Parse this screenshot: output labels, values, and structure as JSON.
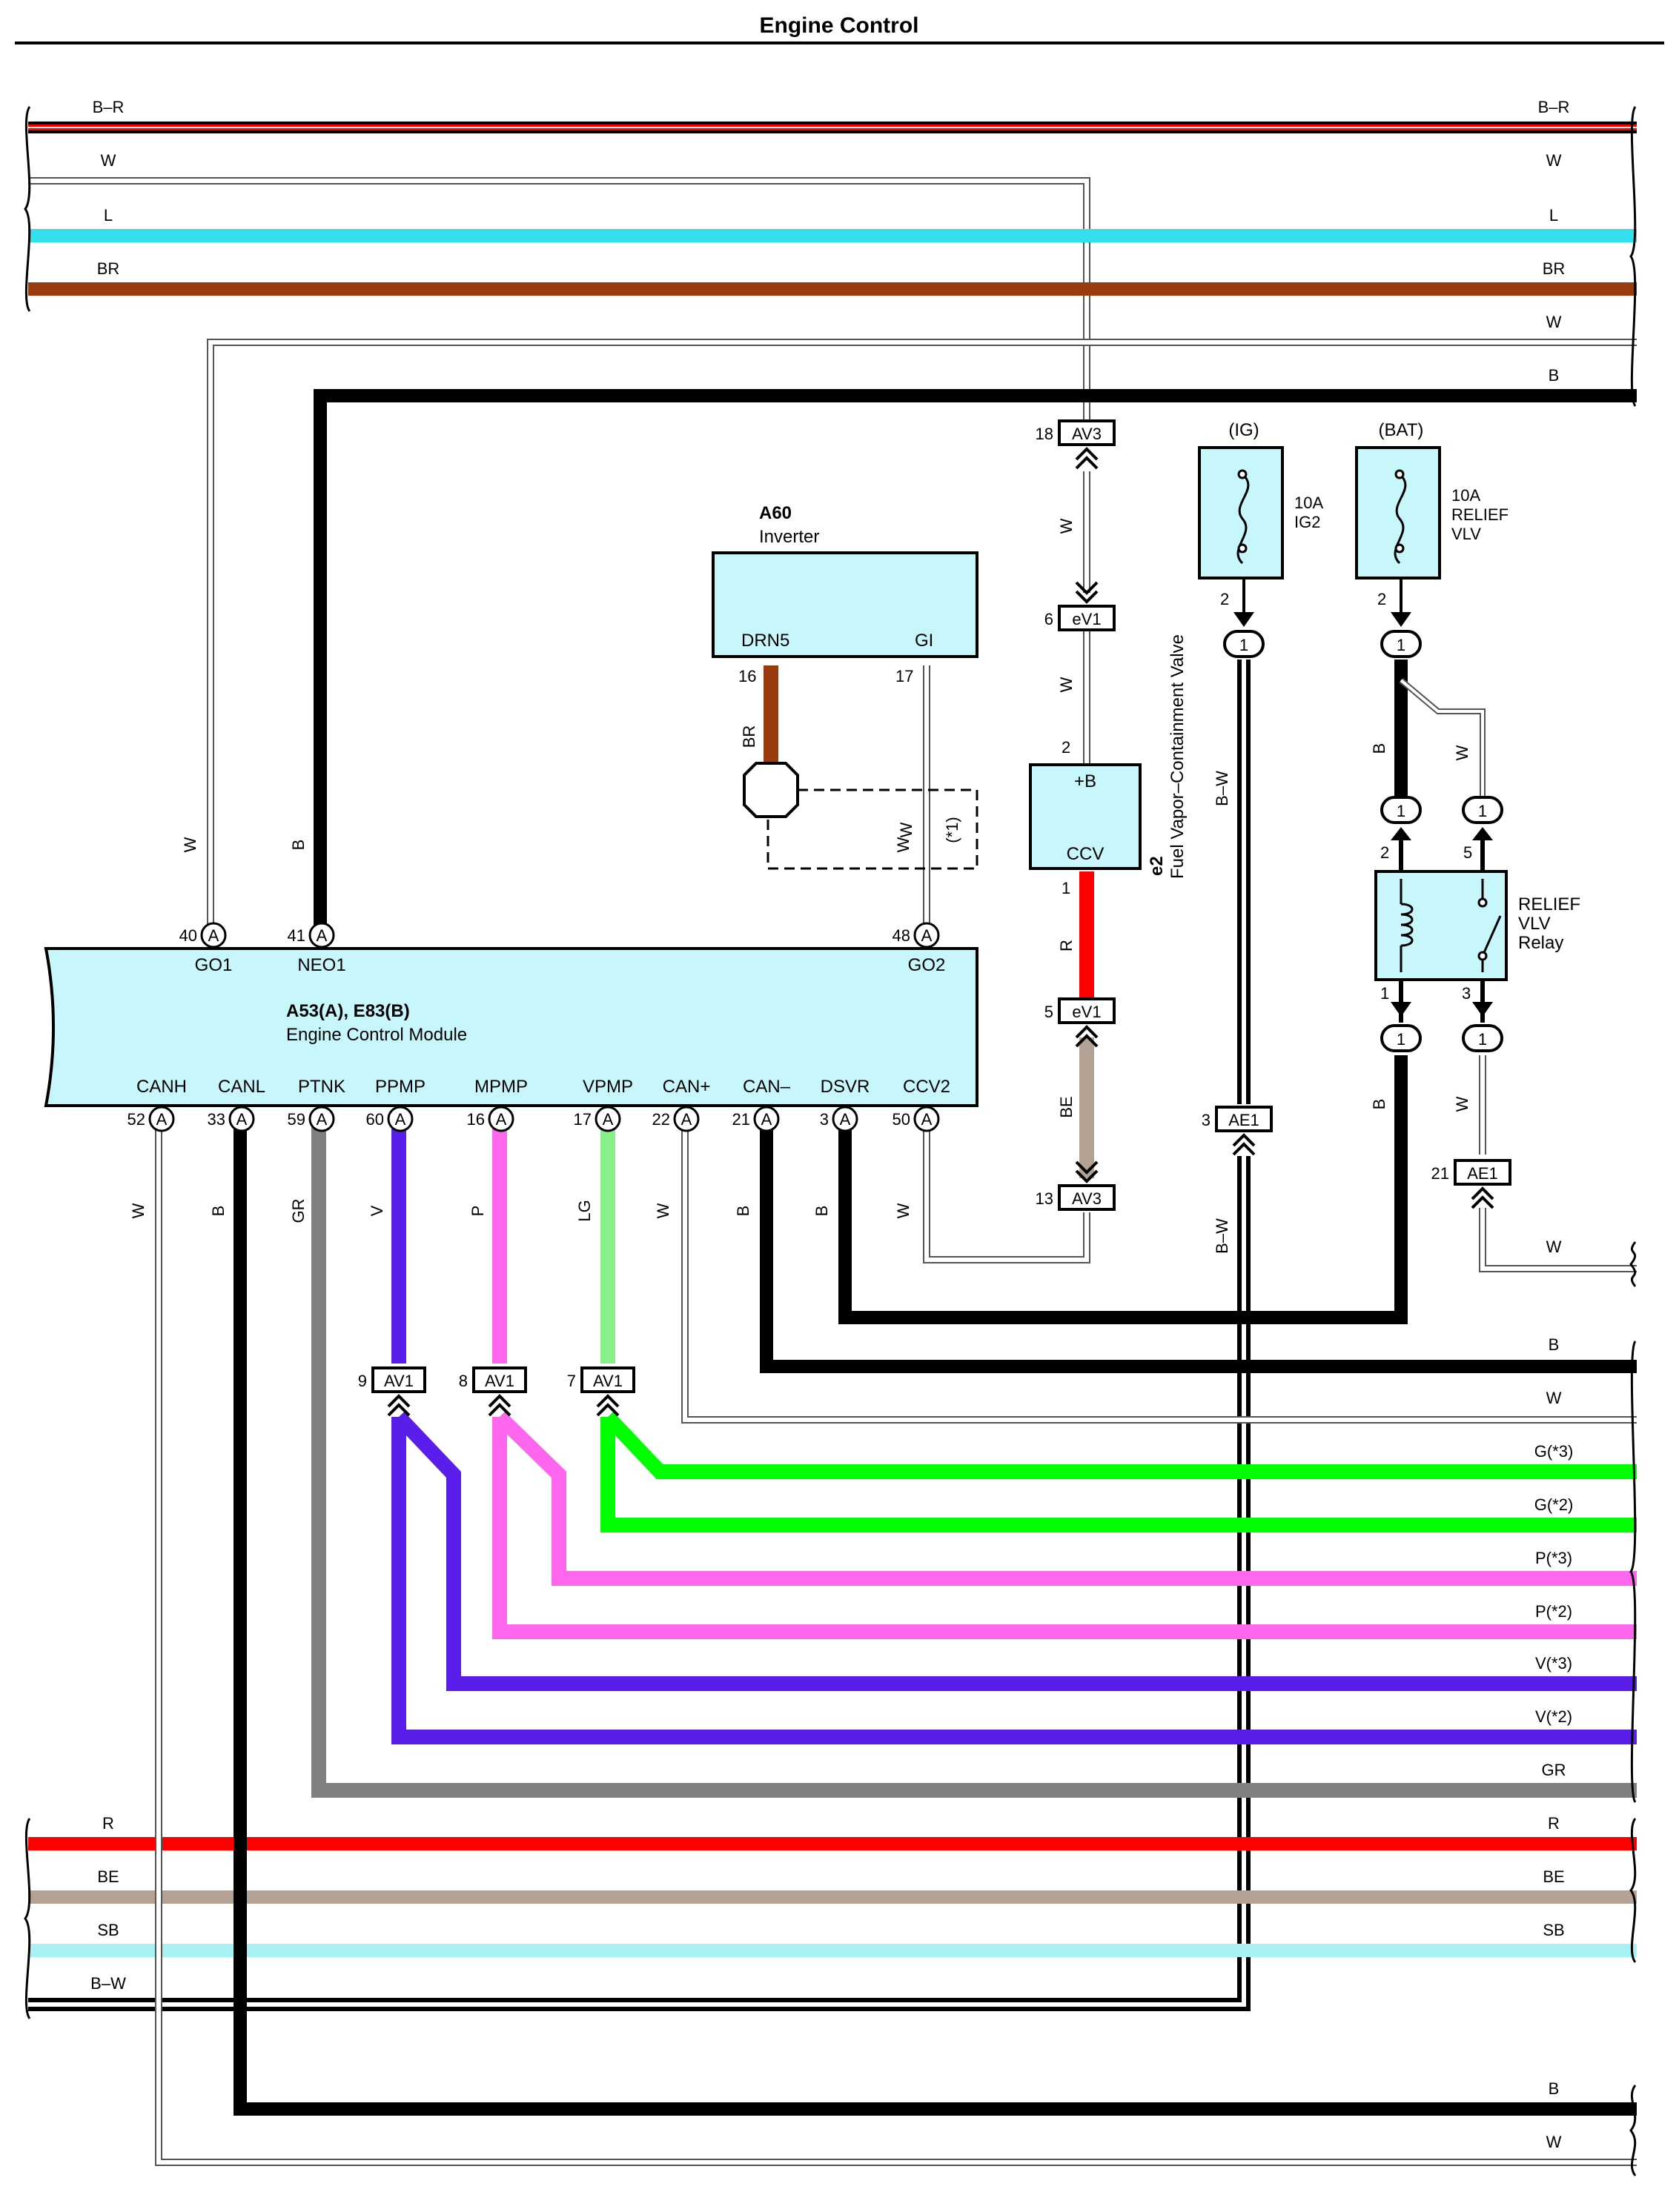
{
  "title": "Engine Control",
  "colors": {
    "B": "#000000",
    "W": "#b0b0b0",
    "L": "#33e0ec",
    "BR": "#9a3b0e",
    "R": "#ff0000",
    "BE": "#b4a294",
    "SB": "#a8f2f6",
    "GR": "#808080",
    "G": "#00ff00",
    "LG": "#88f088",
    "P": "#ff66ee",
    "V": "#5a1eea",
    "component_fill": "#c7f6fb"
  },
  "left_wires": [
    {
      "label": "B–R",
      "color": "B-R"
    },
    {
      "label": "W",
      "color": "W"
    },
    {
      "label": "L",
      "color": "L"
    },
    {
      "label": "BR",
      "color": "BR"
    },
    {
      "label": "R",
      "color": "R"
    },
    {
      "label": "BE",
      "color": "BE"
    },
    {
      "label": "SB",
      "color": "SB"
    },
    {
      "label": "B–W",
      "color": "B-W"
    }
  ],
  "right_wires": [
    {
      "label": "B–R"
    },
    {
      "label": "W"
    },
    {
      "label": "L"
    },
    {
      "label": "BR"
    },
    {
      "label": "W"
    },
    {
      "label": "B"
    },
    {
      "label": "W"
    },
    {
      "label": "B"
    },
    {
      "label": "W"
    },
    {
      "label": "G(*3)"
    },
    {
      "label": "G(*2)"
    },
    {
      "label": "P(*3)"
    },
    {
      "label": "P(*2)"
    },
    {
      "label": "V(*3)"
    },
    {
      "label": "V(*2)"
    },
    {
      "label": "GR"
    },
    {
      "label": "R"
    },
    {
      "label": "BE"
    },
    {
      "label": "SB"
    },
    {
      "label": "B"
    },
    {
      "label": "W"
    }
  ],
  "ecm": {
    "code": "A53(A), E83(B)",
    "name": "Engine Control Module",
    "top_pins": [
      {
        "num": "40",
        "conn": "A",
        "name": "GO1",
        "wire": "W"
      },
      {
        "num": "41",
        "conn": "A",
        "name": "NEO1",
        "wire": "B"
      },
      {
        "num": "48",
        "conn": "A",
        "name": "GO2",
        "wire": "W"
      }
    ],
    "bottom_pins": [
      {
        "num": "52",
        "conn": "A",
        "name": "CANH",
        "wire": "W"
      },
      {
        "num": "33",
        "conn": "A",
        "name": "CANL",
        "wire": "B"
      },
      {
        "num": "59",
        "conn": "A",
        "name": "PTNK",
        "wire": "GR"
      },
      {
        "num": "60",
        "conn": "A",
        "name": "PPMP",
        "wire": "V"
      },
      {
        "num": "16",
        "conn": "A",
        "name": "MPMP",
        "wire": "P"
      },
      {
        "num": "17",
        "conn": "A",
        "name": "VPMP",
        "wire": "LG"
      },
      {
        "num": "22",
        "conn": "A",
        "name": "CAN+",
        "wire": "W"
      },
      {
        "num": "21",
        "conn": "A",
        "name": "CAN–",
        "wire": "B"
      },
      {
        "num": "3",
        "conn": "A",
        "name": "DSVR",
        "wire": "B"
      },
      {
        "num": "50",
        "conn": "A",
        "name": "CCV2",
        "wire": "W"
      }
    ]
  },
  "inverter": {
    "code": "A60",
    "name": "Inverter",
    "pin_left": "DRN5",
    "pin_left_num": "16",
    "pin_left_wire": "BR",
    "pin_right": "GI",
    "pin_right_num": "17",
    "pin_right_wire": "W",
    "note": "(*1)"
  },
  "valve": {
    "code": "e2",
    "name": "Fuel Vapor–Containment Valve",
    "pin_top": "+B",
    "pin_top_num": "2",
    "pin_bottom": "CCV",
    "pin_bottom_num": "1"
  },
  "connectors": {
    "av3_top": {
      "num": "18",
      "label": "AV3"
    },
    "ev1_top": {
      "num": "6",
      "label": "eV1"
    },
    "ev1_bot": {
      "num": "5",
      "label": "eV1"
    },
    "av3_bot": {
      "num": "13",
      "label": "AV3"
    },
    "ae1_left": {
      "num": "3",
      "label": "AE1"
    },
    "ae1_right": {
      "num": "21",
      "label": "AE1"
    },
    "av1_a": {
      "num": "9",
      "label": "AV1"
    },
    "av1_b": {
      "num": "8",
      "label": "AV1"
    },
    "av1_c": {
      "num": "7",
      "label": "AV1"
    }
  },
  "valve_wires": {
    "w1": "W",
    "w2": "W",
    "r": "R",
    "be": "BE"
  },
  "fuse_ig": {
    "source": "(IG)",
    "rating": "10A",
    "name": "IG2",
    "pin": "2",
    "jct": "1",
    "wire": "B–W"
  },
  "fuse_bat": {
    "source": "(BAT)",
    "rating": "10A",
    "name1": "RELIEF",
    "name2": "VLV",
    "pin": "2",
    "jct": "1",
    "wire": "B"
  },
  "relay": {
    "name1": "RELIEF",
    "name2": "VLV",
    "name3": "Relay",
    "pin2": "2",
    "pin5": "5",
    "pin1": "1",
    "pin3": "3",
    "jct": "1",
    "wire_w": "W",
    "wire_b": "B",
    "wire_w2": "W"
  },
  "misc_labels": {
    "bw_lower": "B–W"
  }
}
